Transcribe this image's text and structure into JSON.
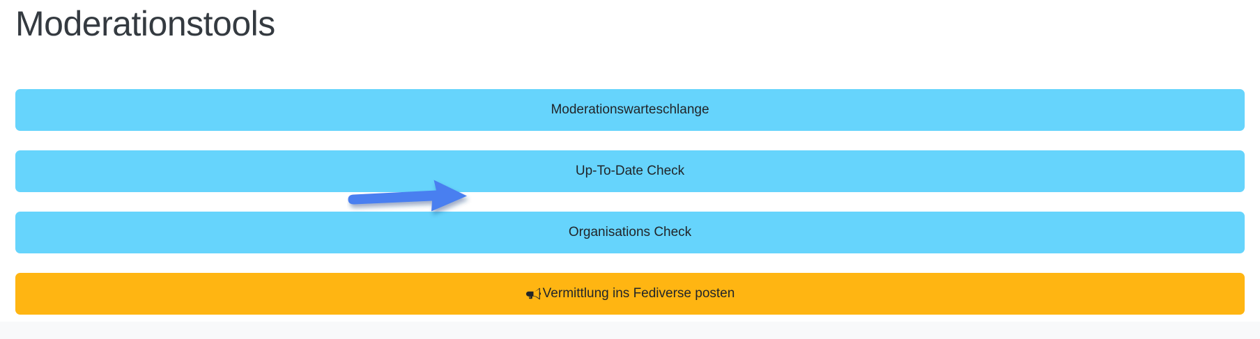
{
  "page": {
    "title": "Moderationstools"
  },
  "colors": {
    "cyan_button": "#66d4fc",
    "orange_button": "#ffb512",
    "title_text": "#343a40",
    "button_text": "#212529",
    "annotation_arrow": "#4a7ff0",
    "footer_strip": "#f8f9fa",
    "page_background": "#ffffff"
  },
  "buttons": [
    {
      "label": "Moderationswarteschlange",
      "style": "cyan",
      "icon": null,
      "name": "moderation-queue-button"
    },
    {
      "label": "Up-To-Date Check",
      "style": "cyan",
      "icon": null,
      "name": "up-to-date-check-button"
    },
    {
      "label": "Organisations Check",
      "style": "cyan",
      "icon": null,
      "name": "organisations-check-button"
    },
    {
      "label": "Vermittlung ins Fediverse posten",
      "style": "orange",
      "icon": "megaphone-icon",
      "name": "post-to-fediverse-button"
    }
  ],
  "annotation": {
    "type": "arrow",
    "direction": "right",
    "points_to": "Organisations Check",
    "color": "#4a7ff0",
    "name": "annotation-arrow"
  }
}
